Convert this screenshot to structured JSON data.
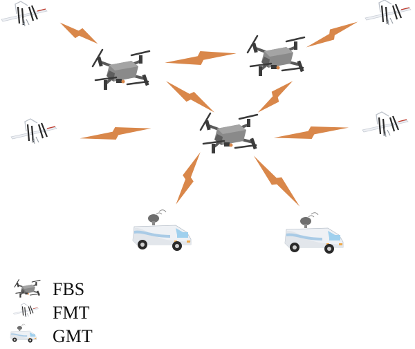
{
  "diagram": {
    "type": "network topology",
    "colors": {
      "link": "#d9874a",
      "fbs_body": "#7c7c7c",
      "fbs_dark": "#3c3c3c",
      "fmt_wing": "#eef0f4",
      "fmt_dark": "#2a2a2a",
      "gmt_body": "#e9edf2",
      "gmt_stripe": "#a9cbe6",
      "gmt_window": "#9fd0ee",
      "gmt_light": "#f0a94a"
    },
    "nodes": [
      {
        "id": "fmt-top-left",
        "kind": "FMT"
      },
      {
        "id": "fmt-top-right",
        "kind": "FMT"
      },
      {
        "id": "fmt-mid-left",
        "kind": "FMT"
      },
      {
        "id": "fmt-mid-right",
        "kind": "FMT"
      },
      {
        "id": "fbs-top-left",
        "kind": "FBS"
      },
      {
        "id": "fbs-top-right",
        "kind": "FBS"
      },
      {
        "id": "fbs-center",
        "kind": "FBS"
      },
      {
        "id": "gmt-left",
        "kind": "GMT"
      },
      {
        "id": "gmt-right",
        "kind": "GMT"
      }
    ],
    "links": [
      [
        "fmt-top-left",
        "fbs-top-left"
      ],
      [
        "fbs-top-left",
        "fbs-top-right"
      ],
      [
        "fbs-top-right",
        "fmt-top-right"
      ],
      [
        "fbs-top-left",
        "fbs-center"
      ],
      [
        "fbs-top-right",
        "fbs-center"
      ],
      [
        "fmt-mid-left",
        "fbs-center"
      ],
      [
        "fbs-center",
        "fmt-mid-right"
      ],
      [
        "fbs-center",
        "gmt-left"
      ],
      [
        "fbs-center",
        "gmt-right"
      ]
    ]
  },
  "legend": {
    "items": [
      {
        "key": "fbs",
        "label": "FBS",
        "icon": "quadcopter-drone-icon"
      },
      {
        "key": "fmt",
        "label": "FMT",
        "icon": "fixed-wing-drone-icon"
      },
      {
        "key": "gmt",
        "label": "GMT",
        "icon": "satellite-van-icon"
      }
    ]
  }
}
